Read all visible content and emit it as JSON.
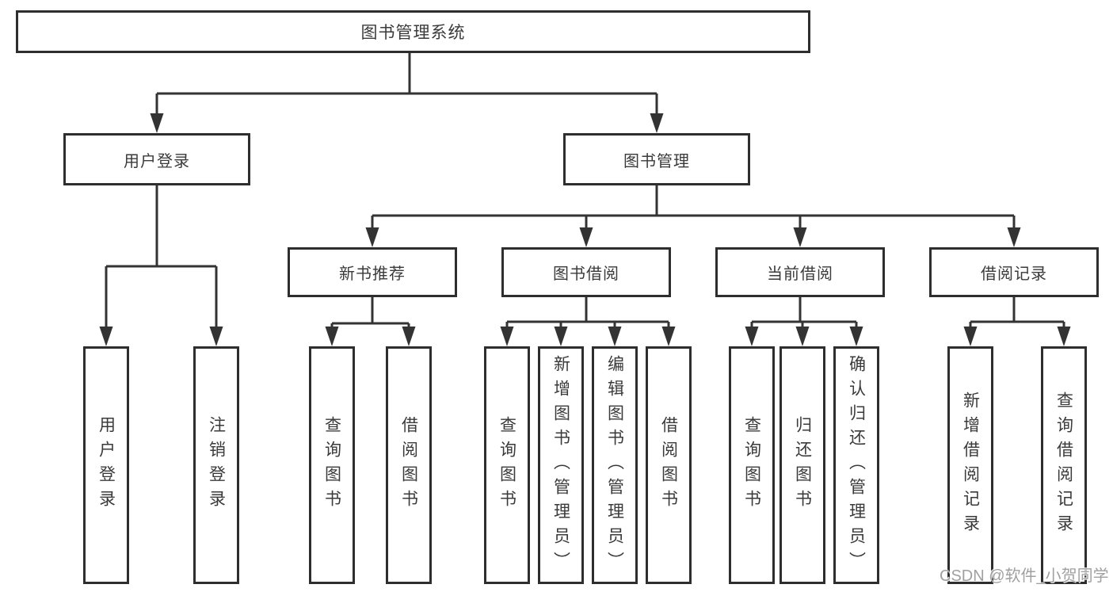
{
  "title": {
    "label": "图书管理系统"
  },
  "level2": [
    {
      "label": "用户登录"
    },
    {
      "label": "图书管理"
    }
  ],
  "level3": [
    {
      "label": "新书推荐"
    },
    {
      "label": "图书借阅"
    },
    {
      "label": "当前借阅"
    },
    {
      "label": "借阅记录"
    }
  ],
  "leaves": [
    {
      "label": "用户登录"
    },
    {
      "label": "注销登录"
    },
    {
      "label": "查询图书"
    },
    {
      "label": "借阅图书"
    },
    {
      "label": "查询图书"
    },
    {
      "label": "新增图书（管理员）"
    },
    {
      "label": "编辑图书（管理员）"
    },
    {
      "label": "借阅图书"
    },
    {
      "label": "查询图书"
    },
    {
      "label": "归还图书"
    },
    {
      "label": "确认归还（管理员）"
    },
    {
      "label": "新增借阅记录"
    },
    {
      "label": "查询借阅记录"
    }
  ],
  "watermark": {
    "text": "CSDN @软件_小贺同学"
  },
  "colors": {
    "line": "#333333",
    "box_border": "#2e2e2e",
    "text": "#3a3a3a",
    "background": "#ffffff",
    "watermark": "#a0a0a0"
  }
}
